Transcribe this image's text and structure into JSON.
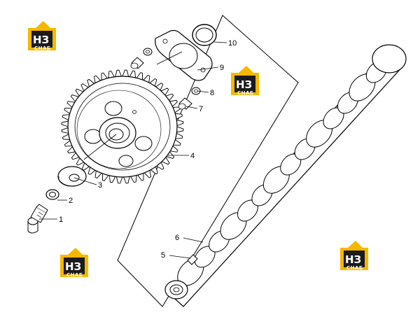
{
  "logo": {
    "mark": "НЗ",
    "caption": "СНАБ",
    "colors": {
      "roof": "#f5b800",
      "box": "#1b1b1b",
      "text": "#ffffff"
    }
  },
  "callouts": [
    "1",
    "2",
    "3",
    "4",
    "5",
    "6",
    "7",
    "8",
    "9",
    "10"
  ],
  "colors": {
    "line": "#000000",
    "background": "#ffffff"
  },
  "parts": {
    "camshaft_gear_teeth": 48
  }
}
